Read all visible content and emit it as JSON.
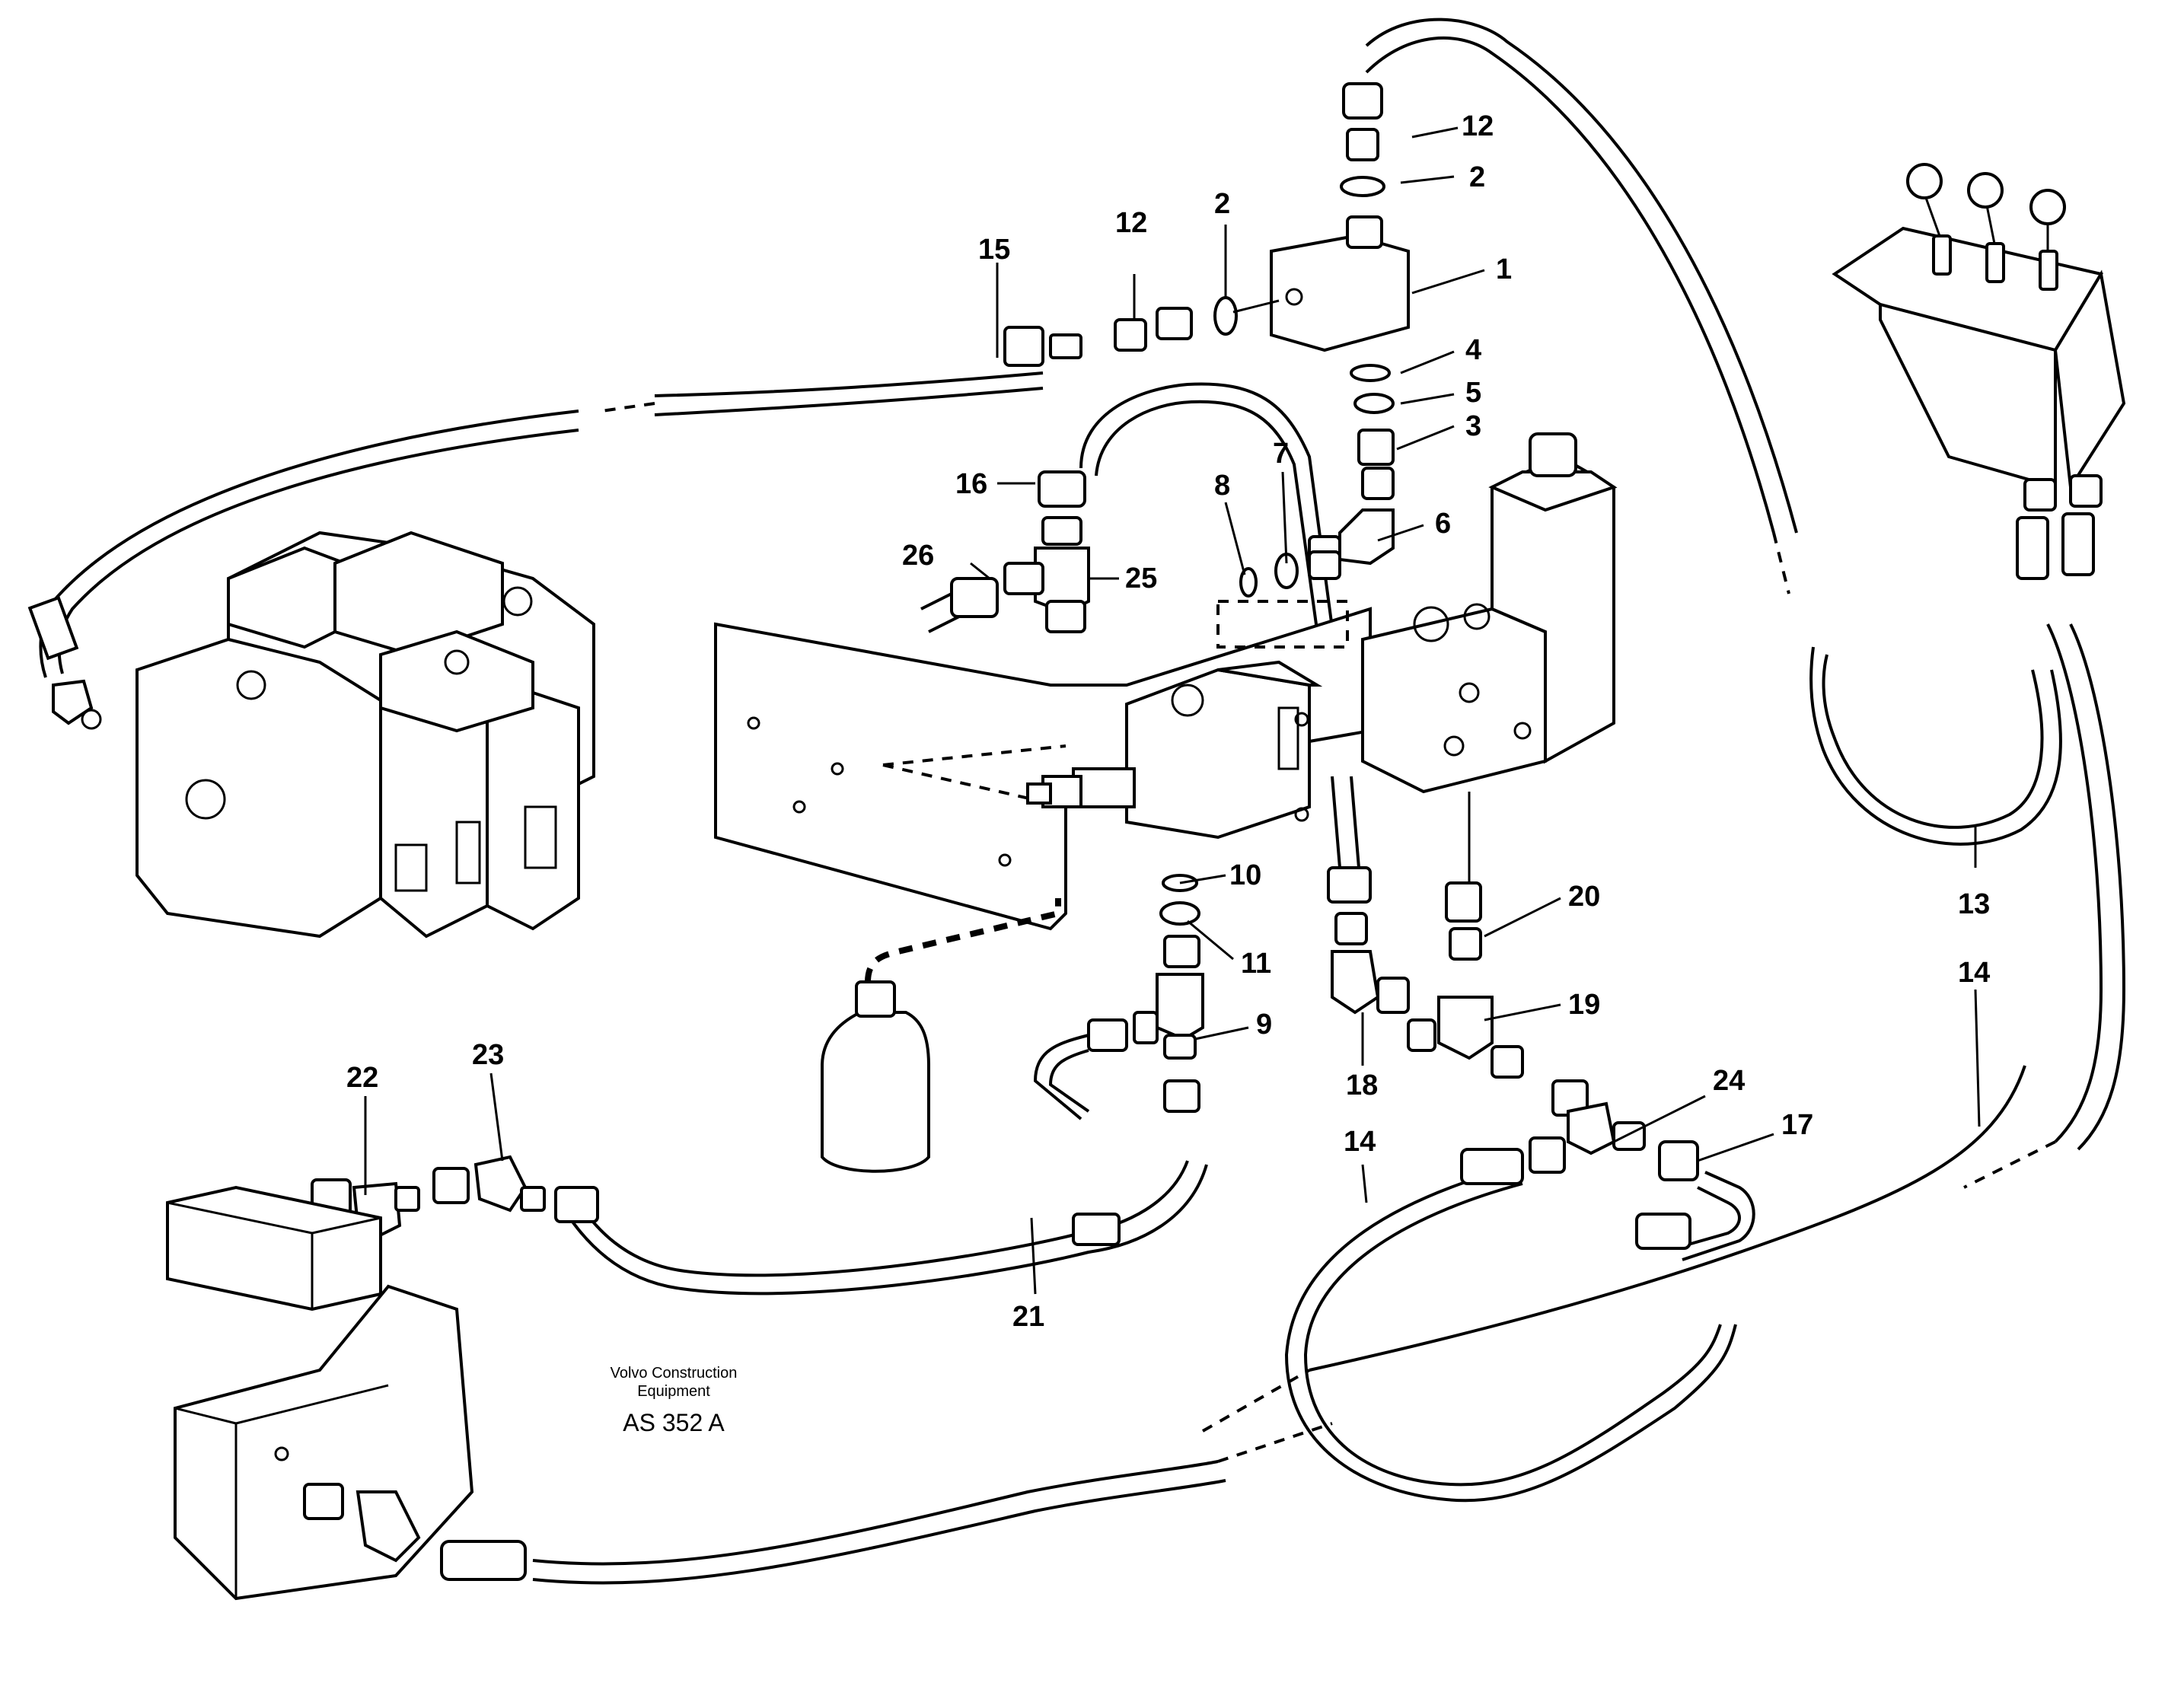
{
  "diagram": {
    "callouts": [
      "1",
      "2",
      "2",
      "3",
      "4",
      "5",
      "6",
      "7",
      "8",
      "9",
      "10",
      "11",
      "12",
      "12",
      "13",
      "14",
      "14",
      "15",
      "16",
      "17",
      "18",
      "19",
      "20",
      "21",
      "22",
      "23",
      "24",
      "25",
      "26"
    ],
    "caption": {
      "line1": "Volvo Construction",
      "line2": "Equipment",
      "code": "AS 352 A"
    }
  }
}
